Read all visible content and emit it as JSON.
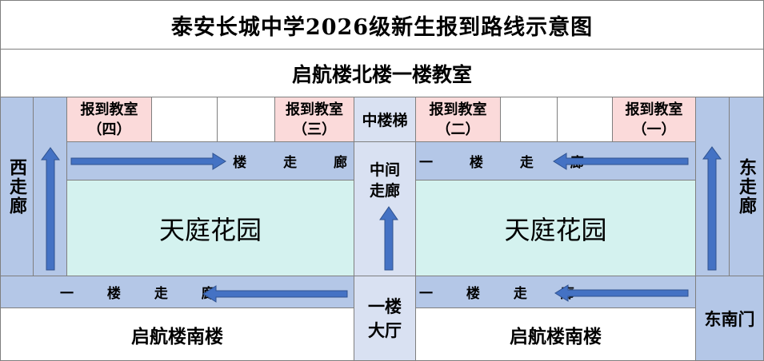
{
  "title": "泰安长城中学2026级新生报到路线示意图",
  "north_building": "启航楼北楼一楼教室",
  "rooms": {
    "room4": [
      "报到教室",
      "（四）"
    ],
    "room3": [
      "报到教室",
      "（三）"
    ],
    "room2": [
      "报到教室",
      "（二）"
    ],
    "room1": [
      "报到教室",
      "（一）"
    ]
  },
  "middle_stairs": "中楼梯",
  "west_corridor": "西走廊",
  "east_corridor": "东走廊",
  "middle_corridor": [
    "中间",
    "走廊"
  ],
  "first_floor_corridor": "一 楼 走 廊",
  "garden": "天庭花园",
  "south_building": "启航楼南楼",
  "first_floor_hall": [
    "一楼",
    "大厅"
  ],
  "southeast_gate": "东南门",
  "colors": {
    "corridor_blue": "#b4c7e7",
    "garden_aqua": "#d4f2ef",
    "room_pink": "#fbdada",
    "arrow_blue": "#4472c4",
    "arrow_outline": "#2f528f"
  }
}
